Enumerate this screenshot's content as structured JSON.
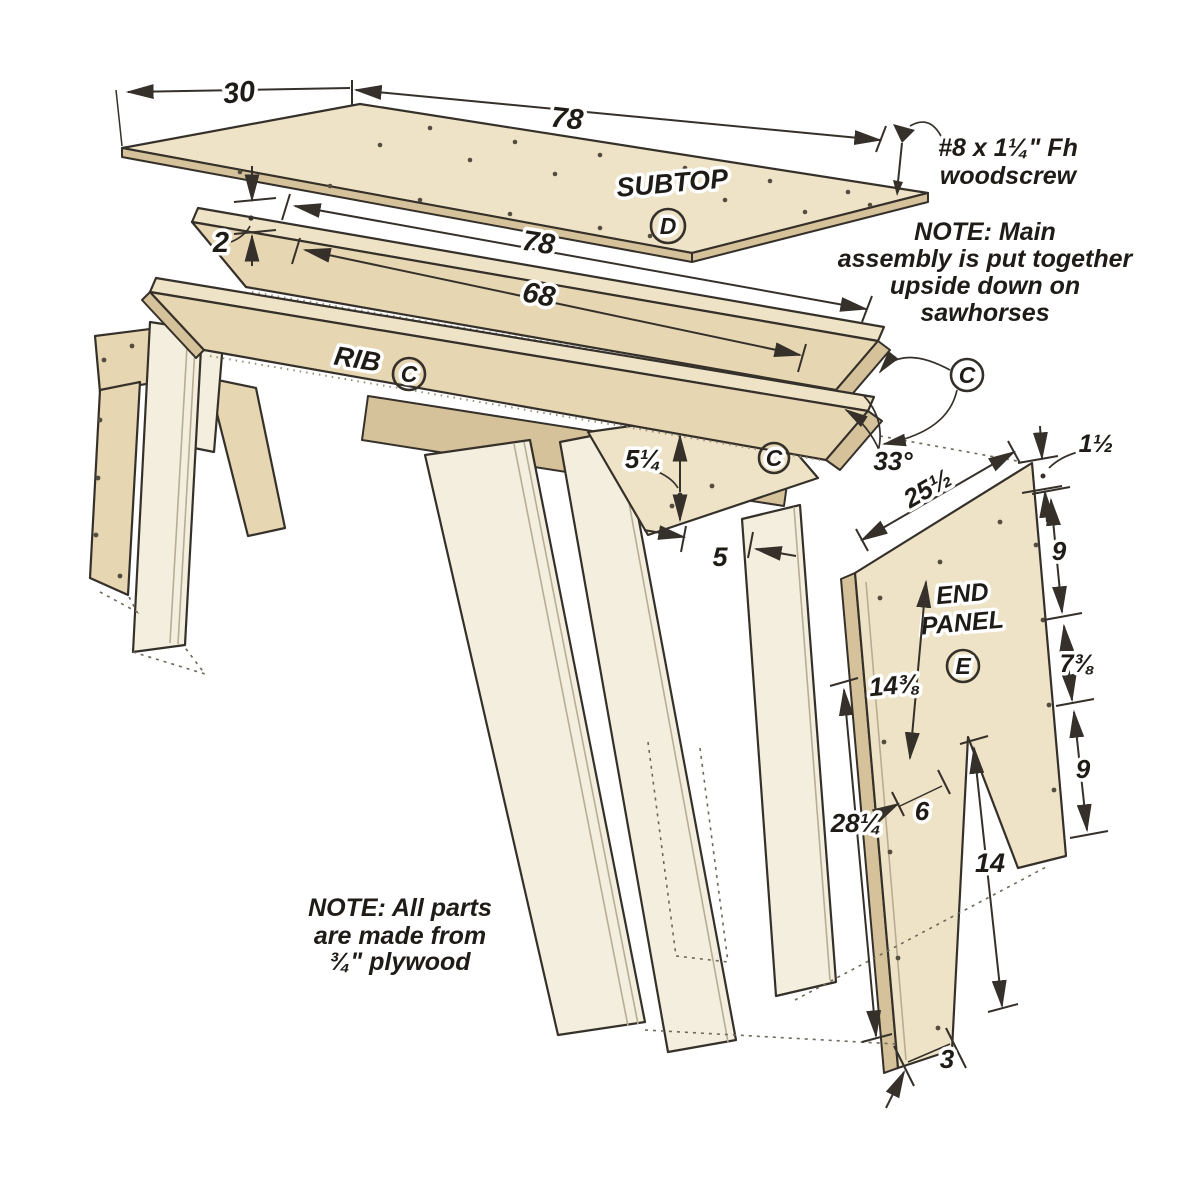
{
  "diagram_title": "Exploded workbench base assembly",
  "parts": {
    "subtop": {
      "label": "SUBTOP",
      "letter": "D"
    },
    "rib": {
      "label": "RIB",
      "letter": "C"
    },
    "end_panel": {
      "label_line1": "END",
      "label_line2": "PANEL",
      "letter": "E"
    },
    "marker_c": "C"
  },
  "dims": {
    "top_width": "30",
    "top_length": "78",
    "explode_gap": "2",
    "rib_length": "78",
    "rib_inner": "68",
    "notch_depth": "5¼",
    "notch_width": "5",
    "bevel_angle": "33°",
    "panel_top_edge": "25½",
    "top_offset": "1½",
    "screw_spacing_top": "9",
    "screw_spacing_mid": "7⅜",
    "screw_spacing_bottom": "9",
    "panel_inner": "14⅜",
    "notch_bottom": "6",
    "panel_height": "28¼",
    "leg_inside": "14",
    "foot_width": "3"
  },
  "notes": {
    "screw": {
      "line1": "#8 x 1¼\" Fh",
      "line2": "woodscrew"
    },
    "assembly": {
      "line1": "NOTE: Main",
      "line2": "assembly is put together",
      "line3": "upside down on",
      "line4": "sawhorses"
    },
    "material": {
      "line1": "NOTE: All parts",
      "line2": "are made from",
      "line3": "¾\" plywood"
    }
  },
  "colors": {
    "wood-top": "#eee3c6",
    "wood-face": "#e6d6b2",
    "wood-edge": "#d5c29a",
    "cream": "#f3eedd",
    "line": "#35302a",
    "text": "#1f1c18",
    "hole": "#554c40"
  }
}
